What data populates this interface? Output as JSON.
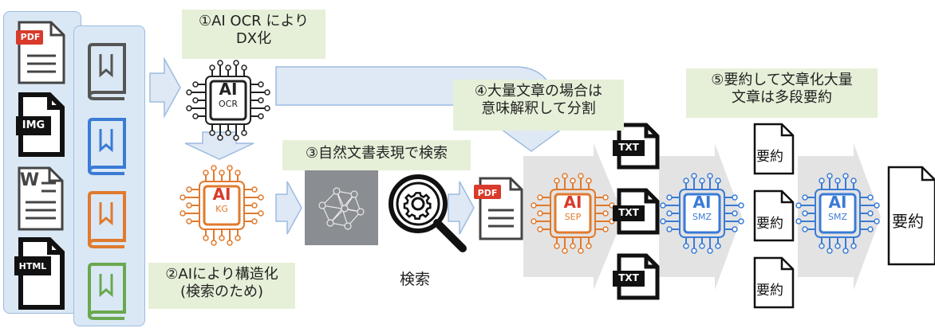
{
  "colors": {
    "panel": "#dae8f5",
    "label_bg": "#e6f0d8",
    "arrow": "#dfe9f5",
    "arrow_gray": "#e3e3e3",
    "orange": "#e07a2e",
    "blue": "#3a7bd5",
    "green": "#6aa84f",
    "pdf_red": "#d83b2b"
  },
  "steps": {
    "step1": "①AI OCR により\nDX化",
    "step2": "②AIにより構造化\n(検索のため)",
    "step3": "③自然文書表現で検索",
    "step4": "④大量文章の場合は\n意味解釈して分割",
    "step5": "⑤要約して文章化大量\n文章は多段要約"
  },
  "search_label": "検索",
  "chips": {
    "ocr": {
      "big": "AI",
      "small": "OCR"
    },
    "kg": {
      "big": "AI",
      "small": "KG"
    },
    "sep": {
      "big": "AI",
      "small": "SEP"
    },
    "smz1": {
      "big": "AI",
      "small": "SMZ"
    },
    "smz2": {
      "big": "AI",
      "small": "SMZ"
    }
  },
  "file_labels": {
    "pdf": "PDF",
    "img": "IMG",
    "word": "W",
    "html": "HTML",
    "txt": "TXT"
  },
  "summary_label": "要約",
  "final_label": "要約"
}
